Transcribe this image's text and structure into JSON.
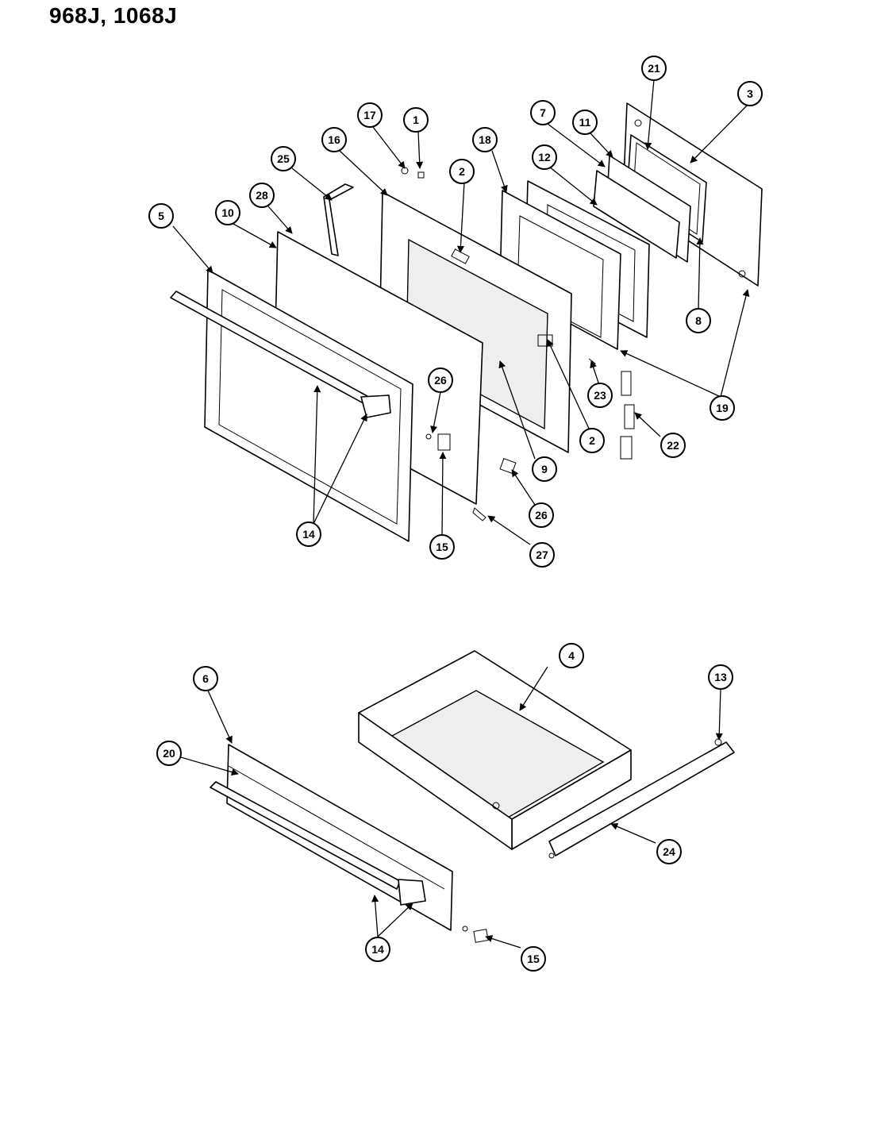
{
  "title": "968J, 1068J",
  "callouts": {
    "c1": "1",
    "c2a": "2",
    "c2b": "2",
    "c3": "3",
    "c4": "4",
    "c5": "5",
    "c6": "6",
    "c7": "7",
    "c8": "8",
    "c9": "9",
    "c10": "10",
    "c11": "11",
    "c12": "12",
    "c13": "13",
    "c14a": "14",
    "c14b": "14",
    "c15a": "15",
    "c15b": "15",
    "c16": "16",
    "c17": "17",
    "c18": "18",
    "c19": "19",
    "c20": "20",
    "c21": "21",
    "c22": "22",
    "c23": "23",
    "c24": "24",
    "c25": "25",
    "c26a": "26",
    "c26b": "26",
    "c27": "27",
    "c28": "28"
  }
}
